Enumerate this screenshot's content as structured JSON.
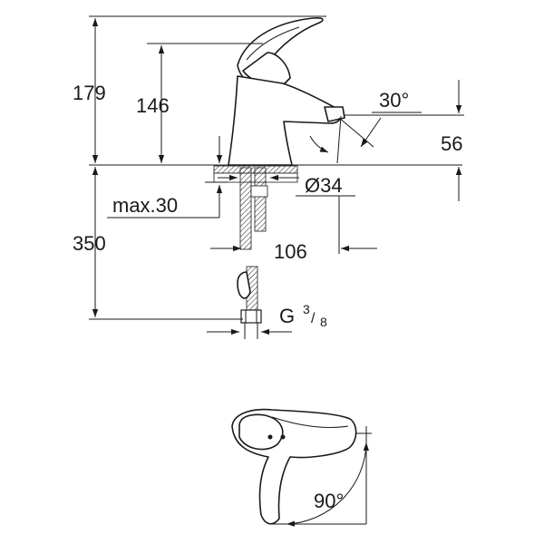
{
  "dimensions": {
    "height_total": "179",
    "height_spout": "146",
    "spout_clearance": "56",
    "below_deck": "350",
    "max_deck_thickness": "max.30",
    "hole_diameter": "Ø34",
    "spout_reach": "106",
    "spout_angle": "30°",
    "connection_base": "G",
    "connection_num": "3",
    "connection_den": "8",
    "lever_rotation": "90°"
  }
}
